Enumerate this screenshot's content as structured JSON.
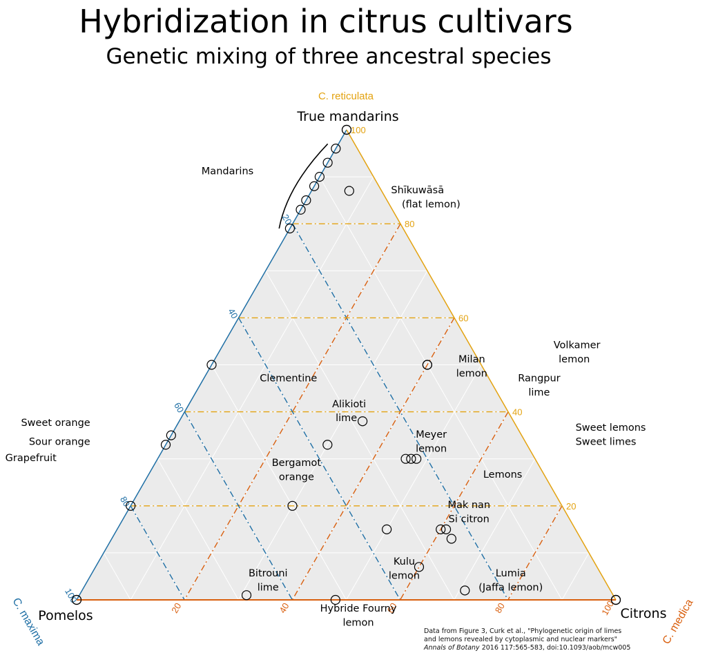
{
  "title": "Hybridization in citrus cultivars",
  "subtitle": "Genetic mixing of three ancestral species",
  "source": {
    "line1": "Data from Figure 3, Curk et al., \"Phylogenetic origin of limes",
    "line2": "and lemons revealed by cytoplasmic and nuclear markers\"",
    "journal": "Annals of Botany",
    "rest": " 2016 117:565-583,  doi:10.1093/aob/mcw005"
  },
  "colors": {
    "reticulata": "#e3a20f",
    "maxima": "#1f6fa5",
    "medica": "#d95f0e",
    "fill": "#ebebeb",
    "grid": "#ffffff"
  },
  "chart_data": {
    "type": "scatter",
    "subtype": "ternary",
    "grid": true,
    "axes": {
      "top": {
        "species": "C. reticulata",
        "corner_label": "True mandarins"
      },
      "left": {
        "species": "C. maxima",
        "corner_label": "Pomelos"
      },
      "right": {
        "species": "C. medica",
        "corner_label": "Citrons"
      },
      "range": [
        0,
        100
      ],
      "ticks": [
        "20",
        "40",
        "60",
        "80",
        "100"
      ]
    },
    "points": [
      {
        "label": "",
        "reticulata": 100,
        "maxima": 0,
        "medica": 0
      },
      {
        "label": "",
        "reticulata": 100,
        "maxima": 0,
        "medica": 0
      },
      {
        "label": "",
        "reticulata": 96,
        "maxima": 4,
        "medica": 0
      },
      {
        "label": "",
        "reticulata": 93,
        "maxima": 7,
        "medica": 0
      },
      {
        "label": "",
        "reticulata": 90,
        "maxima": 10,
        "medica": 0
      },
      {
        "label": "",
        "reticulata": 88,
        "maxima": 12,
        "medica": 0
      },
      {
        "label": "",
        "reticulata": 85,
        "maxima": 15,
        "medica": 0
      },
      {
        "label": "",
        "reticulata": 83,
        "maxima": 17,
        "medica": 0
      },
      {
        "label": "",
        "reticulata": 79,
        "maxima": 21,
        "medica": 0
      },
      {
        "label": "",
        "reticulata": 87,
        "maxima": 6,
        "medica": 7
      },
      {
        "label": "",
        "reticulata": 50,
        "maxima": 50,
        "medica": 0
      },
      {
        "label": "",
        "reticulata": 35,
        "maxima": 65,
        "medica": 0
      },
      {
        "label": "",
        "reticulata": 33,
        "maxima": 67,
        "medica": 0
      },
      {
        "label": "",
        "reticulata": 20,
        "maxima": 80,
        "medica": 0
      },
      {
        "label": "",
        "reticulata": 50,
        "maxima": 10,
        "medica": 40
      },
      {
        "label": "",
        "reticulata": 50,
        "maxima": 10,
        "medica": 40
      },
      {
        "label": "",
        "reticulata": 33,
        "maxima": 37,
        "medica": 30
      },
      {
        "label": "",
        "reticulata": 38,
        "maxima": 28,
        "medica": 34
      },
      {
        "label": "",
        "reticulata": 20,
        "maxima": 50,
        "medica": 30
      },
      {
        "label": "",
        "reticulata": 15,
        "maxima": 35,
        "medica": 50
      },
      {
        "label": "",
        "reticulata": 30,
        "maxima": 24,
        "medica": 46
      },
      {
        "label": "",
        "reticulata": 30,
        "maxima": 23,
        "medica": 47
      },
      {
        "label": "",
        "reticulata": 30,
        "maxima": 22,
        "medica": 48
      },
      {
        "label": "",
        "reticulata": 15,
        "maxima": 25,
        "medica": 60
      },
      {
        "label": "",
        "reticulata": 15,
        "maxima": 24,
        "medica": 61
      },
      {
        "label": "",
        "reticulata": 13,
        "maxima": 24,
        "medica": 63
      },
      {
        "label": "",
        "reticulata": 7,
        "maxima": 33,
        "medica": 60
      },
      {
        "label": "",
        "reticulata": 2,
        "maxima": 27,
        "medica": 71
      },
      {
        "label": "",
        "reticulata": 1,
        "maxima": 68,
        "medica": 31
      },
      {
        "label": "",
        "reticulata": 0,
        "maxima": 100,
        "medica": 0
      },
      {
        "label": "",
        "reticulata": 0,
        "maxima": 100,
        "medica": 0
      },
      {
        "label": "",
        "reticulata": 0,
        "maxima": 52,
        "medica": 48
      },
      {
        "label": "",
        "reticulata": 0,
        "maxima": 0,
        "medica": 100
      },
      {
        "label": "",
        "reticulata": 0,
        "maxima": 0,
        "medica": 100
      },
      {
        "label": "",
        "reticulata": 0,
        "maxima": 0,
        "medica": 100
      }
    ],
    "annotations": [
      {
        "text": "Mandarins",
        "reticulata": 90.5,
        "maxima": 22,
        "medica": -12.5,
        "align": "end"
      },
      {
        "text": "Shīkuwāsā",
        "reticulata": 86.5,
        "maxima": -1.5,
        "medica": 15,
        "align": "start"
      },
      {
        "text": "(flat lemon)",
        "reticulata": 83.5,
        "maxima": -2,
        "medica": 18.5,
        "align": "start"
      },
      {
        "text": "Clementine",
        "reticulata": 46.5,
        "maxima": 37.5,
        "medica": 16
      },
      {
        "text": "Sweet orange",
        "reticulata": 37,
        "maxima": 79,
        "medica": -16,
        "align": "end"
      },
      {
        "text": "Sour orange",
        "reticulata": 33,
        "maxima": 81,
        "medica": -14,
        "align": "end"
      },
      {
        "text": "Grapefruit",
        "reticulata": 29.5,
        "maxima": 89,
        "medica": -18.5,
        "align": "end"
      },
      {
        "text": "Alikioti",
        "reticulata": 41,
        "maxima": 29,
        "medica": 30
      },
      {
        "text": "lime",
        "reticulata": 38,
        "maxima": 31,
        "medica": 31
      },
      {
        "text": "Bergamot",
        "reticulata": 28.5,
        "maxima": 45,
        "medica": 26.5
      },
      {
        "text": "orange",
        "reticulata": 25.5,
        "maxima": 46.5,
        "medica": 28
      },
      {
        "text": "Milan",
        "reticulata": 50.5,
        "maxima": 1.5,
        "medica": 48
      },
      {
        "text": "lemon",
        "reticulata": 47.5,
        "maxima": 3,
        "medica": 49.5
      },
      {
        "text": "Rangpur",
        "reticulata": 46.5,
        "maxima": -9,
        "medica": 62.5
      },
      {
        "text": "lime",
        "reticulata": 43.5,
        "maxima": -7.5,
        "medica": 64
      },
      {
        "text": "Volkamer",
        "reticulata": 53.5,
        "maxima": -19.5,
        "medica": 66
      },
      {
        "text": "lemon",
        "reticulata": 50.5,
        "maxima": -17.5,
        "medica": 67
      },
      {
        "text": "Sweet lemons",
        "reticulata": 36,
        "maxima": -10.5,
        "medica": 74.5,
        "align": "start"
      },
      {
        "text": "Sweet limes",
        "reticulata": 33,
        "maxima": -9,
        "medica": 76,
        "align": "start"
      },
      {
        "text": "Meyer",
        "reticulata": 34.5,
        "maxima": 17,
        "medica": 48.5
      },
      {
        "text": "lemon",
        "reticulata": 31.5,
        "maxima": 18.5,
        "medica": 50
      },
      {
        "text": "Lemons",
        "reticulata": 26,
        "maxima": 8,
        "medica": 66
      },
      {
        "text": "Mak nan",
        "reticulata": 19.5,
        "maxima": 17.5,
        "medica": 63
      },
      {
        "text": "Si citron",
        "reticulata": 16.5,
        "maxima": 19,
        "medica": 64.5
      },
      {
        "text": "Kulu",
        "reticulata": 7.5,
        "maxima": 35.5,
        "medica": 57
      },
      {
        "text": "lemon",
        "reticulata": 4.5,
        "maxima": 37,
        "medica": 58.5
      },
      {
        "text": "Lumia",
        "reticulata": 5,
        "maxima": 17,
        "medica": 78
      },
      {
        "text": "(Jaffa lemon)",
        "reticulata": 2,
        "maxima": 18.5,
        "medica": 79.5
      },
      {
        "text": "Bitrouni",
        "reticulata": 5,
        "maxima": 62,
        "medica": 33
      },
      {
        "text": "lime",
        "reticulata": 2,
        "maxima": 63.5,
        "medica": 34.5
      },
      {
        "text": "Hybride Fourny",
        "reticulata": -2.5,
        "maxima": 49,
        "medica": 53.5
      },
      {
        "text": "lemon",
        "reticulata": -5.5,
        "maxima": 50.5,
        "medica": 55
      }
    ]
  }
}
